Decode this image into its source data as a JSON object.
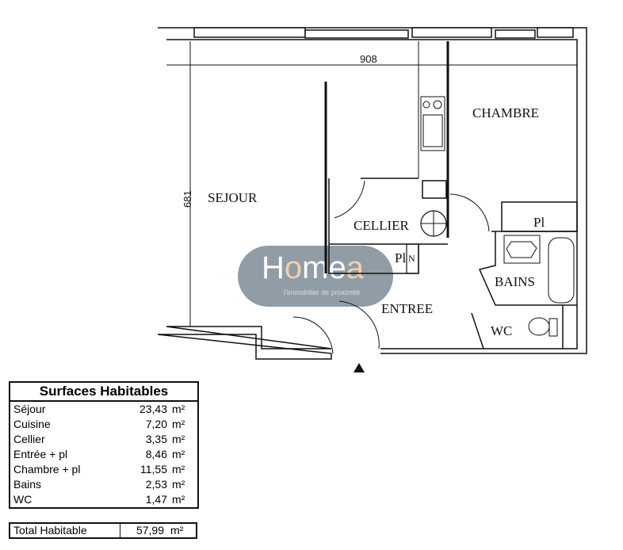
{
  "plan": {
    "rooms": {
      "sejour": "SEJOUR",
      "chambre": "CHAMBRE",
      "cellier": "CELLIER",
      "placard_entree": "Pl",
      "placard_chambre": "Pl",
      "bains": "BAINS",
      "entree": "ENTREE",
      "wc": "WC",
      "n_mark": "N"
    },
    "dimensions": {
      "width": "908",
      "depth": "681"
    }
  },
  "logo": {
    "name_start": "H",
    "name_house": "o",
    "name_mid": "me",
    "name_end": "a",
    "tagline": "l'immobilier de proximité"
  },
  "surfaces": {
    "title": "Surfaces Habitables",
    "unit": "m²",
    "rows": [
      {
        "room": "Séjour",
        "area": "23,43"
      },
      {
        "room": "Cuisine",
        "area": "7,20"
      },
      {
        "room": "Cellier",
        "area": "3,35"
      },
      {
        "room": "Entrée + pl",
        "area": "8,46"
      },
      {
        "room": "Chambre  + pl",
        "area": "11,55"
      },
      {
        "room": "Bains",
        "area": "2,53"
      },
      {
        "room": "WC",
        "area": "1,47"
      }
    ],
    "total_label": "Total  Habitable",
    "total_area": "57,99"
  }
}
